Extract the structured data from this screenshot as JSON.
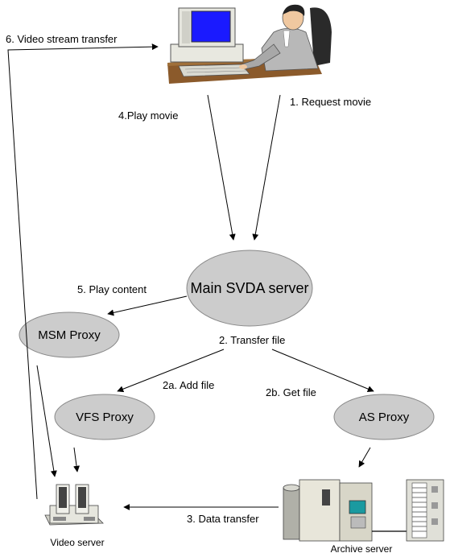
{
  "nodes": {
    "main_server": "Main SVDA server",
    "msm_proxy": "MSM Proxy",
    "vfs_proxy": "VFS Proxy",
    "as_proxy": "AS Proxy",
    "video_server": "Video server",
    "archive_server": "Archive server"
  },
  "edges": {
    "request_movie": "1. Request movie",
    "transfer_file": "2. Transfer file",
    "add_file": "2a. Add file",
    "get_file": "2b. Get file",
    "data_transfer": "3. Data transfer",
    "play_movie": "4.Play movie",
    "play_content": "5. Play content",
    "video_stream_transfer": "6. Video stream transfer"
  },
  "colors": {
    "ellipse_fill": "#cccccc",
    "line": "#000000"
  },
  "icons": {
    "user": "user-at-computer-icon",
    "video_server": "video-server-icon",
    "archive_server": "archive-server-icon"
  }
}
